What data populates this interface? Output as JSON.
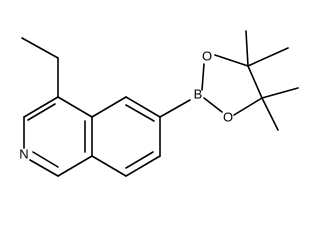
{
  "structure": {
    "atoms": {
      "nitrogen": "N",
      "boron": "B",
      "oxygen_upper": "O",
      "oxygen_lower": "O"
    }
  }
}
